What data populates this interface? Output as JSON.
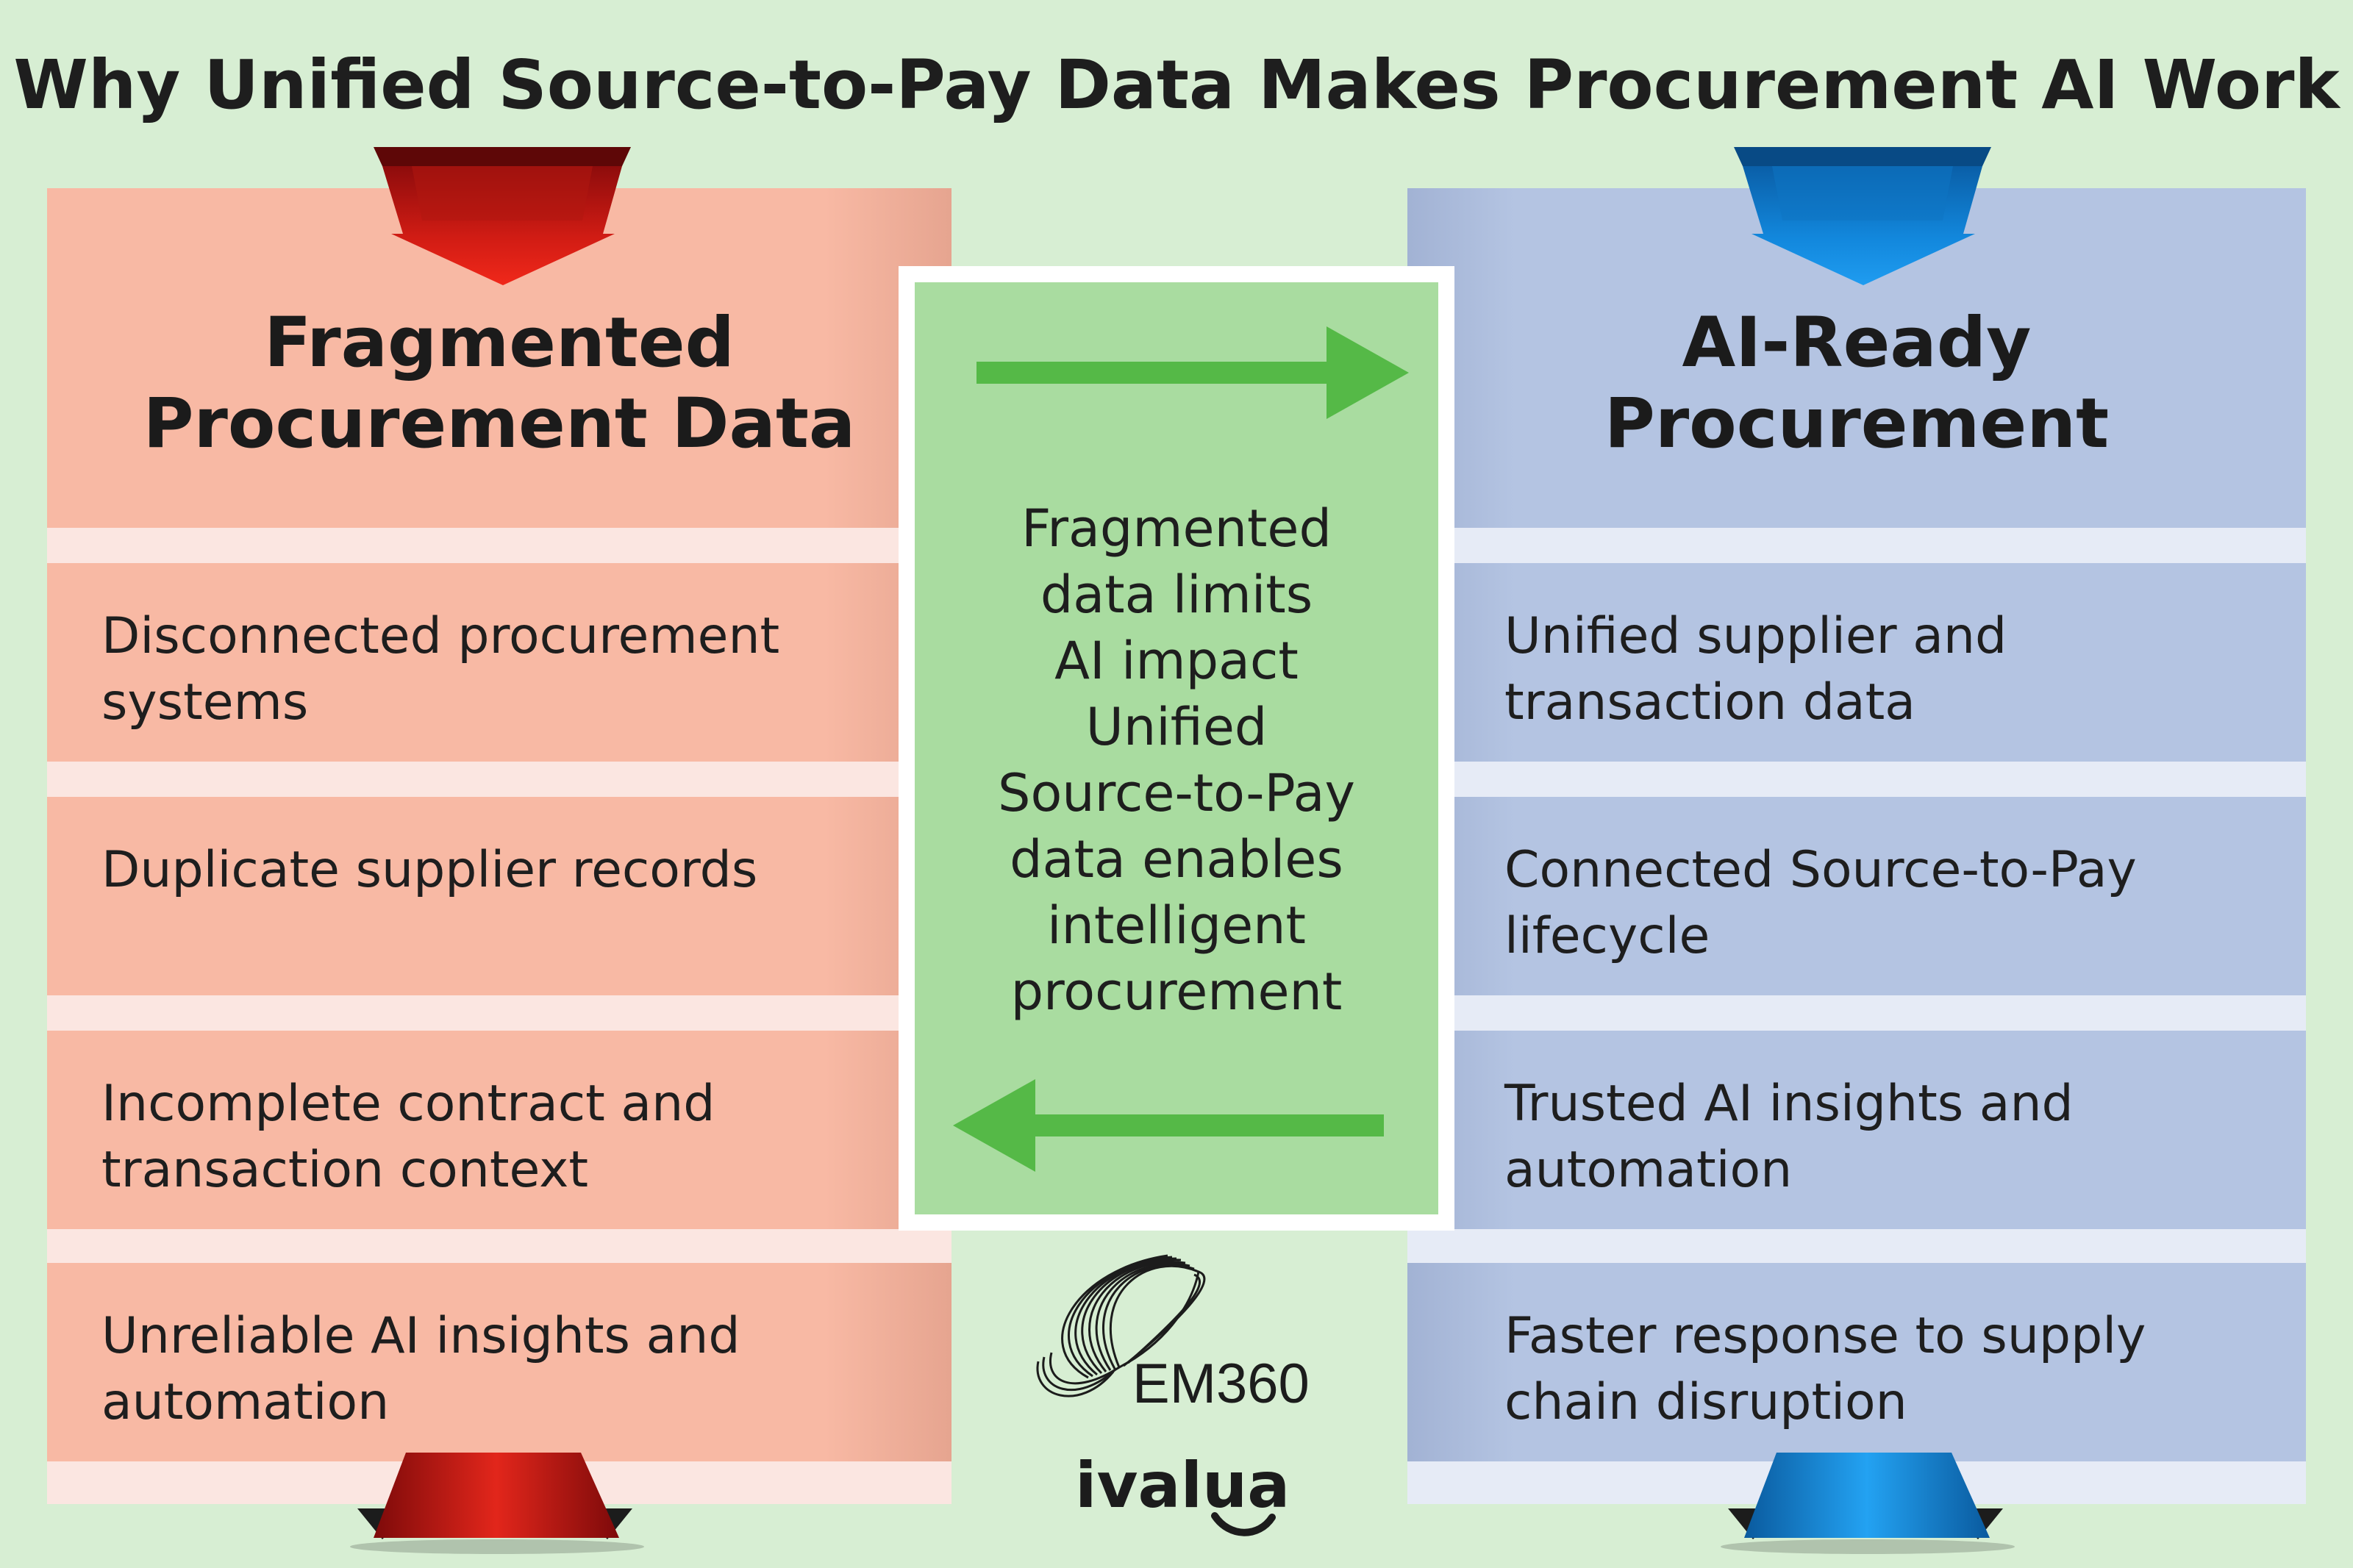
{
  "title": "Why Unified Source-to-Pay Data Makes Procurement AI Work",
  "left_panel": {
    "heading_line1": "Fragmented",
    "heading_line2": "Procurement Data",
    "items": [
      {
        "line1": "Disconnected procurement",
        "line2": "systems"
      },
      {
        "line1": "Duplicate supplier records",
        "line2": ""
      },
      {
        "line1": "Incomplete contract and",
        "line2": "transaction context"
      },
      {
        "line1": "Unreliable AI insights and",
        "line2": "automation"
      }
    ]
  },
  "right_panel": {
    "heading_line1": "AI-Ready",
    "heading_line2": "Procurement",
    "items": [
      {
        "line1": "Unified supplier and",
        "line2": "transaction data"
      },
      {
        "line1": "Connected Source-to-Pay",
        "line2": "lifecycle"
      },
      {
        "line1": "Trusted AI insights and",
        "line2": "automation"
      },
      {
        "line1": "Faster response to supply",
        "line2": "chain disruption"
      }
    ]
  },
  "center_box": {
    "lines": [
      "Fragmented",
      "data limits",
      "AI impact",
      "Unified",
      "Source-to-Pay",
      "data enables",
      "intelligent",
      "procurement"
    ]
  },
  "logos": {
    "em360": "EM360",
    "ivalua": "ivalua"
  },
  "colors": {
    "background": "#d7eed3",
    "left_panel": "#f8b9a4",
    "right_panel": "#b4c4e2",
    "center_box": "#a9dca0",
    "green_arrow": "#55b947",
    "red_ribbon": "#c81a12",
    "blue_ribbon": "#1586d8"
  },
  "icons": {
    "top_left": "red-down-arrow-ribbon-icon",
    "top_right": "blue-down-arrow-ribbon-icon",
    "bottom_left": "red-ribbon-fold-icon",
    "bottom_right": "blue-ribbon-fold-icon",
    "center_top": "right-arrow-icon",
    "center_bottom": "left-arrow-icon"
  }
}
